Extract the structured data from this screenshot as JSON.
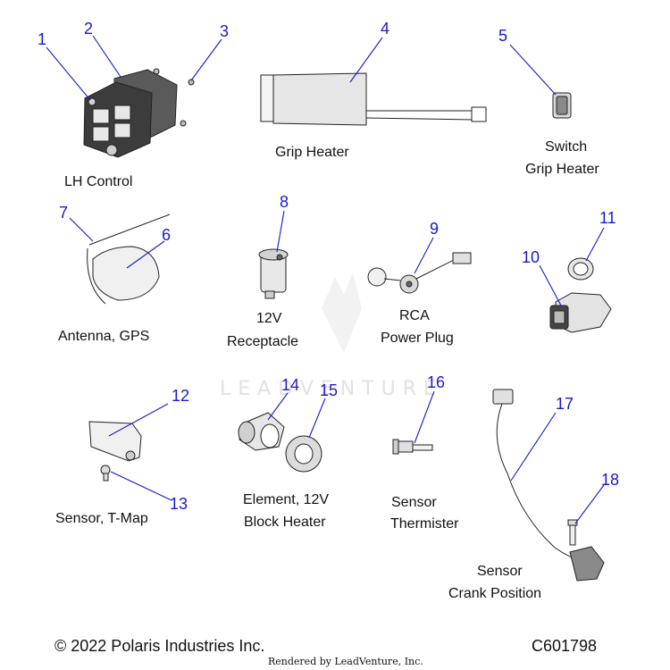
{
  "callouts": {
    "c1": "1",
    "c2": "2",
    "c3": "3",
    "c4": "4",
    "c5": "5",
    "c6": "6",
    "c7": "7",
    "c8": "8",
    "c9": "9",
    "c10": "10",
    "c11": "11",
    "c12": "12",
    "c13": "13",
    "c14": "14",
    "c15": "15",
    "c16": "16",
    "c17": "17",
    "c18": "18"
  },
  "captions": {
    "lh_control": "LH Control",
    "grip_heater": "Grip Heater",
    "switch_grip_heater": [
      "Switch",
      "Grip Heater"
    ],
    "antenna_gps": "Antenna, GPS",
    "receptacle_12v": [
      "12V",
      "Receptacle"
    ],
    "rca_power_plug": [
      "RCA",
      "Power Plug"
    ],
    "sensor_tmap": "Sensor, T-Map",
    "element_block_heater": [
      "Element, 12V",
      "Block Heater"
    ],
    "sensor_thermister": [
      "Sensor",
      "Thermister"
    ],
    "sensor_crank_position": [
      "Sensor",
      "Crank Position"
    ]
  },
  "watermark": "LEADVENTURE",
  "footer": {
    "copyright": "© 2022 Polaris Industries Inc.",
    "diagram_code": "C601798",
    "rendered_by": "Rendered by LeadVenture, Inc."
  },
  "colors": {
    "callout": "#1a1acc",
    "part_fill": "#dcdcdc",
    "part_dark": "#555555"
  }
}
